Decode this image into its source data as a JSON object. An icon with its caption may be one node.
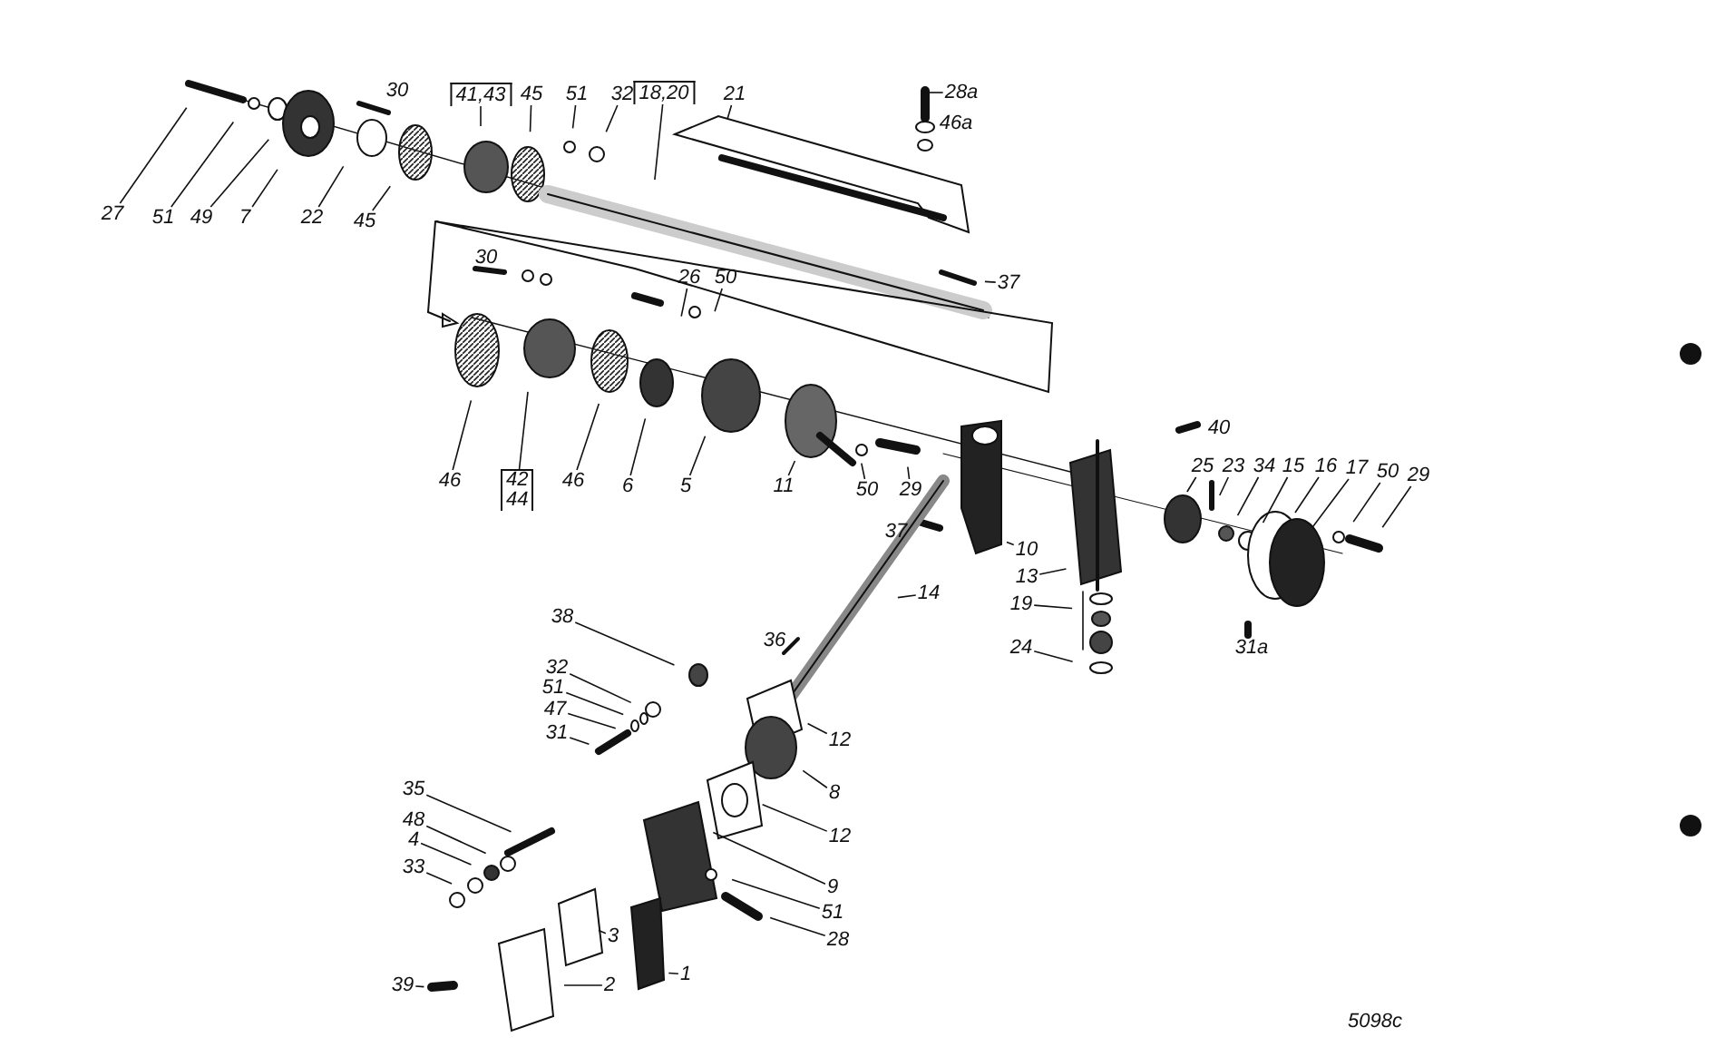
{
  "diagram": {
    "nodes": [
      {
        "text": [
          "27"
        ]
      },
      {
        "text": [
          "51"
        ]
      },
      {
        "text": [
          "49"
        ]
      },
      {
        "text": [
          "7"
        ]
      },
      {
        "text": [
          "22"
        ]
      },
      {
        "text": [
          "45"
        ]
      },
      {
        "text": [
          "41,43"
        ]
      },
      {
        "text": [
          "45"
        ]
      },
      {
        "text": [
          "51"
        ]
      },
      {
        "text": [
          "32"
        ]
      },
      {
        "text": [
          "18,20"
        ]
      },
      {
        "text": [
          "21"
        ]
      },
      {
        "text": [
          "28a"
        ]
      },
      {
        "text": [
          "37"
        ]
      },
      {
        "text": [
          "26"
        ]
      },
      {
        "text": [
          "50"
        ]
      },
      {
        "text": [
          "46"
        ]
      },
      {
        "text": [
          "42 44"
        ]
      },
      {
        "text": [
          "46"
        ]
      },
      {
        "text": [
          "6"
        ]
      },
      {
        "text": [
          "5"
        ]
      },
      {
        "text": [
          "11"
        ]
      },
      {
        "text": [
          "50"
        ]
      },
      {
        "text": [
          "29"
        ]
      },
      {
        "text": [
          "25"
        ]
      },
      {
        "text": [
          "23"
        ]
      },
      {
        "text": [
          "34"
        ]
      },
      {
        "text": [
          "15"
        ]
      },
      {
        "text": [
          "16"
        ]
      },
      {
        "text": [
          "17"
        ]
      },
      {
        "text": [
          "50"
        ]
      },
      {
        "text": [
          "29"
        ]
      },
      {
        "text": [
          "10"
        ]
      },
      {
        "text": [
          "13"
        ]
      },
      {
        "text": [
          "14"
        ]
      },
      {
        "text": [
          "19"
        ]
      },
      {
        "text": [
          "24"
        ]
      },
      {
        "text": [
          "38"
        ]
      },
      {
        "text": [
          "36"
        ]
      },
      {
        "text": [
          "32"
        ]
      },
      {
        "text": [
          "51"
        ]
      },
      {
        "text": [
          "47"
        ]
      },
      {
        "text": [
          "31"
        ]
      },
      {
        "text": [
          "12"
        ]
      },
      {
        "text": [
          "8"
        ]
      },
      {
        "text": [
          "12"
        ]
      },
      {
        "text": [
          "35"
        ]
      },
      {
        "text": [
          "48"
        ]
      },
      {
        "text": [
          "4"
        ]
      },
      {
        "text": [
          "33"
        ]
      },
      {
        "text": [
          "9"
        ]
      },
      {
        "text": [
          "51"
        ]
      },
      {
        "text": [
          "28"
        ]
      },
      {
        "text": [
          "3"
        ]
      },
      {
        "text": [
          "2"
        ]
      },
      {
        "text": [
          "1"
        ]
      },
      {
        "text": [
          "39"
        ]
      }
    ],
    "edges": [
      {
        "from": 0,
        "to": null,
        "arrow": "none"
      },
      {
        "from": 1,
        "to": null,
        "arrow": "none"
      },
      {
        "from": 2,
        "to": null,
        "arrow": "none"
      },
      {
        "from": 3,
        "to": null,
        "arrow": "none"
      },
      {
        "from": 4,
        "to": null,
        "arrow": "none"
      },
      {
        "from": 5,
        "to": null,
        "arrow": "none"
      },
      {
        "from": 6,
        "to": null,
        "arrow": "none"
      },
      {
        "from": 7,
        "to": null,
        "arrow": "none"
      },
      {
        "from": 8,
        "to": null,
        "arrow": "none"
      },
      {
        "from": 9,
        "to": null,
        "arrow": "none"
      },
      {
        "from": 10,
        "to": null,
        "arrow": "none"
      },
      {
        "from": 11,
        "to": null,
        "arrow": "none"
      },
      {
        "from": 12,
        "to": null,
        "arrow": "none"
      },
      {
        "from": 13,
        "to": null,
        "arrow": "none"
      },
      {
        "from": 14,
        "to": null,
        "arrow": "none"
      },
      {
        "from": 15,
        "to": null,
        "arrow": "none"
      },
      {
        "from": 16,
        "to": null,
        "arrow": "none"
      },
      {
        "from": 17,
        "to": null,
        "arrow": "none"
      },
      {
        "from": 18,
        "to": null,
        "arrow": "none"
      },
      {
        "from": 19,
        "to": null,
        "arrow": "none"
      },
      {
        "from": 20,
        "to": null,
        "arrow": "none"
      },
      {
        "from": 21,
        "to": null,
        "arrow": "none"
      },
      {
        "from": 22,
        "to": null,
        "arrow": "none"
      },
      {
        "from": 23,
        "to": null,
        "arrow": "none"
      },
      {
        "from": 24,
        "to": null,
        "arrow": "none"
      },
      {
        "from": 25,
        "to": null,
        "arrow": "none"
      },
      {
        "from": 26,
        "to": null,
        "arrow": "none"
      },
      {
        "from": 27,
        "to": null,
        "arrow": "none"
      },
      {
        "from": 28,
        "to": null,
        "arrow": "none"
      },
      {
        "from": 29,
        "to": null,
        "arrow": "none"
      },
      {
        "from": 30,
        "to": null,
        "arrow": "none"
      },
      {
        "from": 31,
        "to": null,
        "arrow": "none"
      },
      {
        "from": 32,
        "to": null,
        "arrow": "none"
      },
      {
        "from": 33,
        "to": null,
        "arrow": "none"
      },
      {
        "from": 34,
        "to": null,
        "arrow": "none"
      },
      {
        "from": 35,
        "to": null,
        "arrow": "none"
      },
      {
        "from": 36,
        "to": null,
        "arrow": "none"
      },
      {
        "from": 37,
        "to": null,
        "arrow": "none"
      },
      {
        "from": 38,
        "to": null,
        "arrow": "none"
      },
      {
        "from": 39,
        "to": null,
        "arrow": "none"
      },
      {
        "from": 40,
        "to": null,
        "arrow": "none"
      },
      {
        "from": 41,
        "to": null,
        "arrow": "none"
      },
      {
        "from": 42,
        "to": null,
        "arrow": "none"
      },
      {
        "from": 43,
        "to": null,
        "arrow": "none"
      },
      {
        "from": 44,
        "to": null,
        "arrow": "none"
      },
      {
        "from": 45,
        "to": null,
        "arrow": "none"
      },
      {
        "from": 46,
        "to": null,
        "arrow": "none"
      },
      {
        "from": 47,
        "to": null,
        "arrow": "none"
      },
      {
        "from": 48,
        "to": null,
        "arrow": "none"
      },
      {
        "from": 49,
        "to": null,
        "arrow": "none"
      },
      {
        "from": 50,
        "to": null,
        "arrow": "none"
      },
      {
        "from": 51,
        "to": null,
        "arrow": "none"
      },
      {
        "from": 52,
        "to": null,
        "arrow": "none"
      },
      {
        "from": 53,
        "to": null,
        "arrow": "none"
      },
      {
        "from": 54,
        "to": null,
        "arrow": "none"
      },
      {
        "from": 55,
        "to": null,
        "arrow": "none"
      },
      {
        "from": 56,
        "to": null,
        "arrow": "none"
      }
    ],
    "labels": [
      "30",
      "46a",
      "30",
      "40",
      "37",
      "31a",
      "5098c"
    ]
  }
}
